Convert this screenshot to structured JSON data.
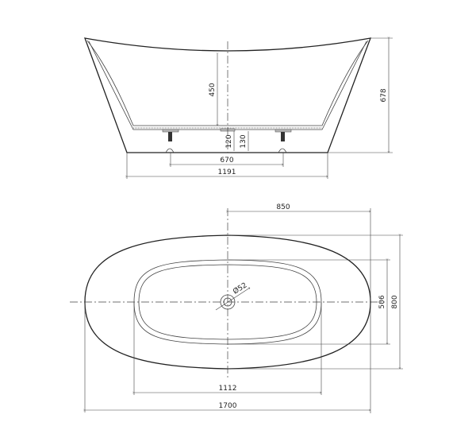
{
  "side_view": {
    "dims": {
      "depth": "450",
      "height": "678",
      "drain_height": "120",
      "foot_height": "130",
      "leg_spacing": "670",
      "base_width": "1191"
    }
  },
  "top_view": {
    "dims": {
      "half_length": "850",
      "width": "800",
      "inner_width": "506",
      "inner_length": "1112",
      "length": "1700",
      "drain_diameter": "Ø52"
    }
  }
}
